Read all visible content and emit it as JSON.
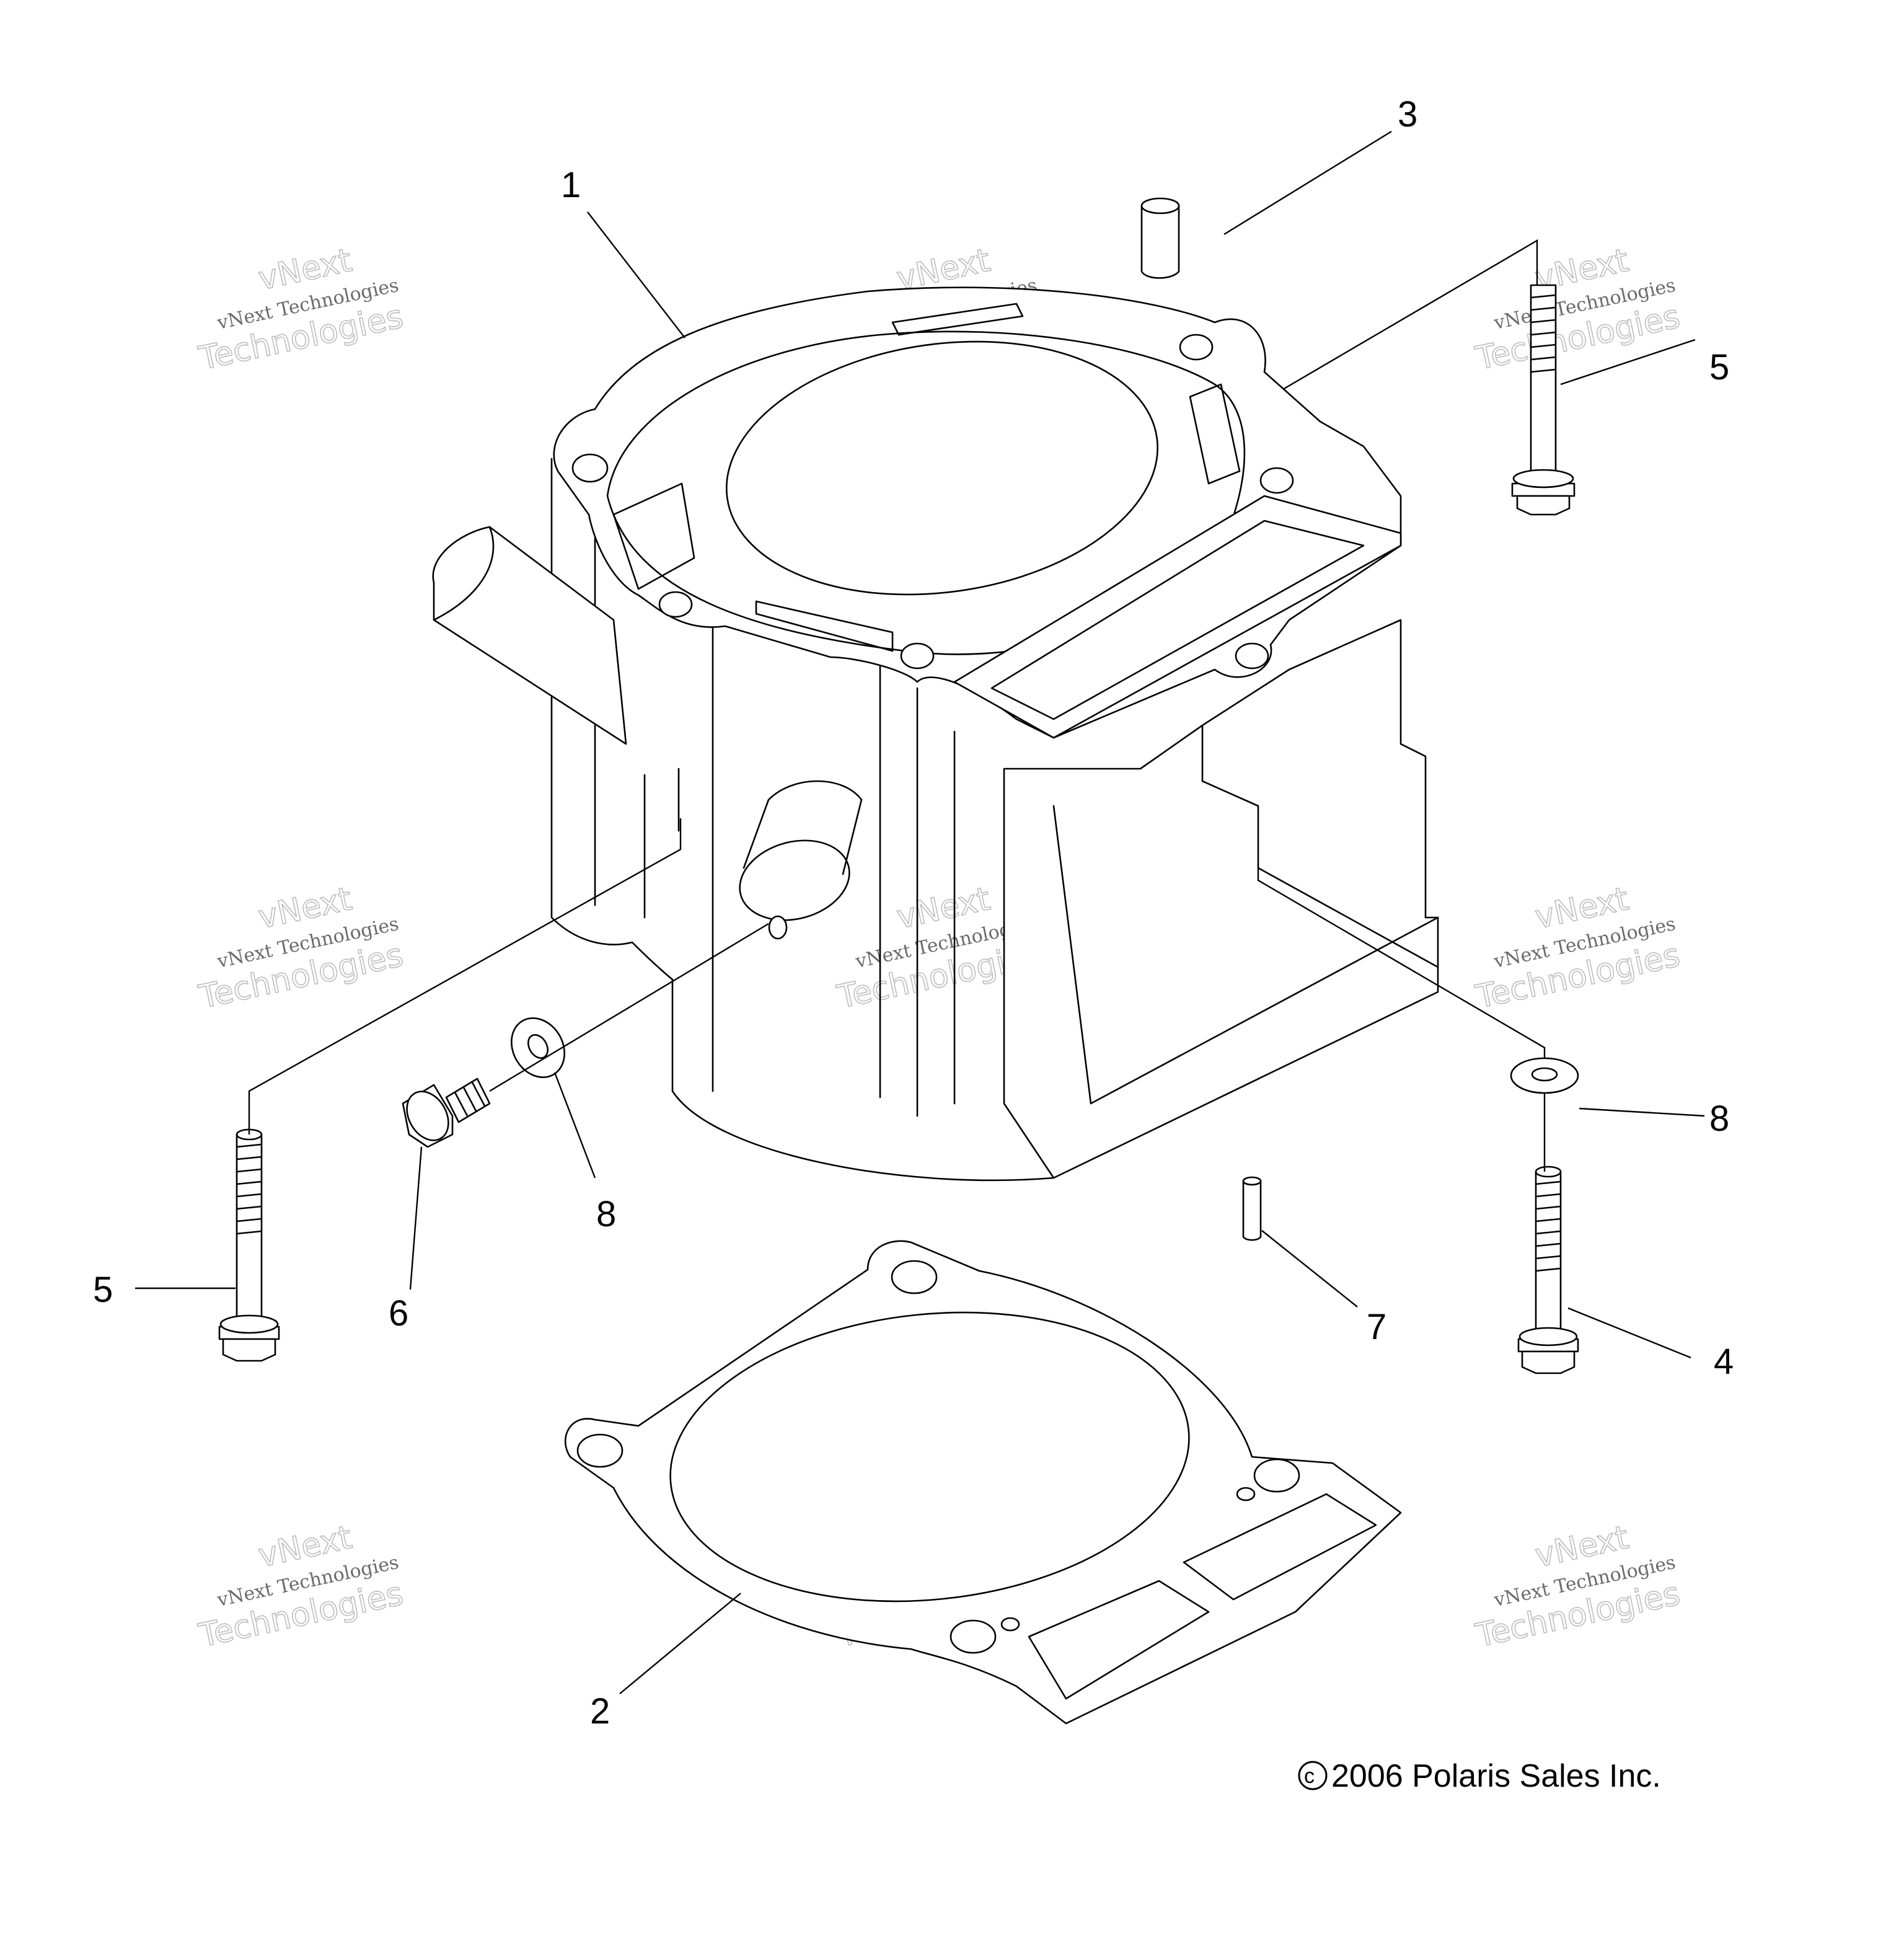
{
  "callouts": {
    "c1": "1",
    "c2": "2",
    "c3": "3",
    "c4": "4",
    "c5_right": "5",
    "c5_left": "5",
    "c6": "6",
    "c7": "7",
    "c8_left": "8",
    "c8_right": "8"
  },
  "copyright": "2006 Polaris Sales Inc.",
  "copyright_symbol": "c",
  "watermark": {
    "line1": "vNext Technologies",
    "line2": "vNext",
    "line3": "Technologies"
  }
}
